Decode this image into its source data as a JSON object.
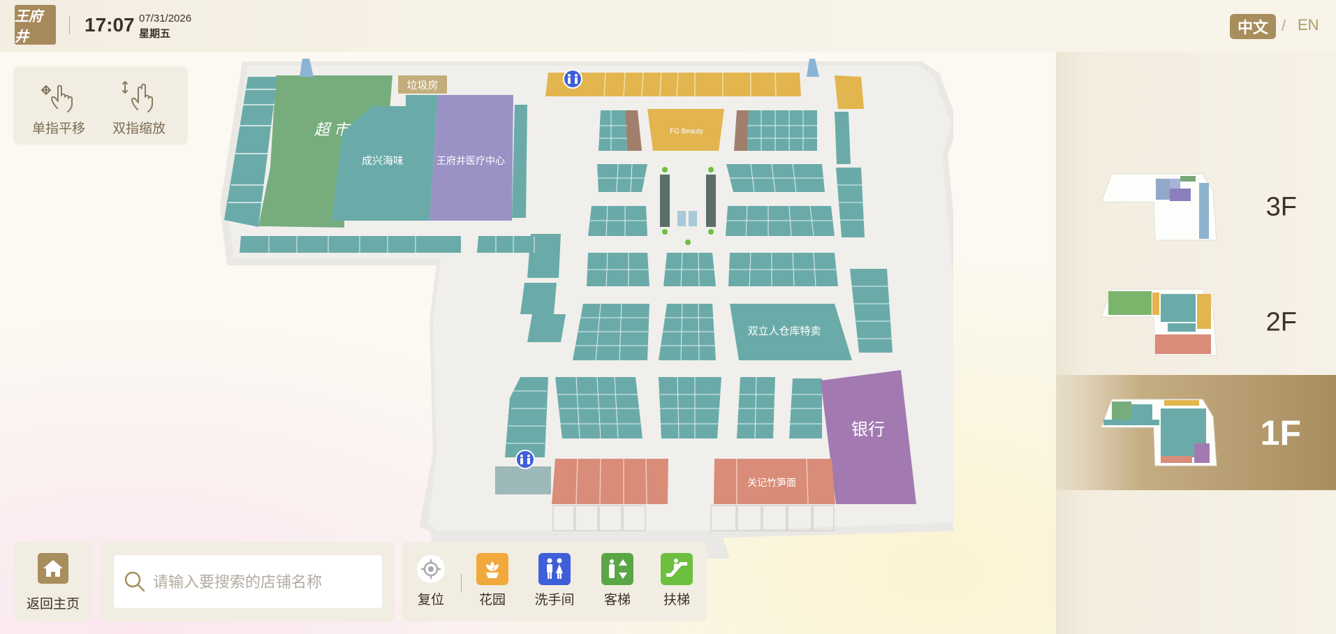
{
  "header": {
    "logo_icon": "wangfujing-logo-icon",
    "time": "17:07",
    "date": "07/31/2026",
    "weekday": "星期五",
    "lang_zh": "中文",
    "lang_sep": "/",
    "lang_en": "EN"
  },
  "gestures": {
    "pan_label": "单指平移",
    "pan_icon": "one-finger-pan-icon",
    "zoom_label": "双指缩放",
    "zoom_icon": "two-finger-zoom-icon"
  },
  "map": {
    "labels": {
      "supermarket": "超 市",
      "garbage": "垃圾房",
      "chengxing": "成兴海味",
      "medical": "王府井医疗中心",
      "fg": "FG Beauty",
      "shuangliren": "双立人仓库特卖",
      "bank": "银行",
      "guanji": "关记竹笋面"
    },
    "colors": {
      "supermarket": "#77ad7d",
      "teal": "#6aaba9",
      "purple": "#9a92c5",
      "yellow": "#e2b54e",
      "salmon": "#d98c78",
      "bank": "#a27ab1",
      "garbage": "#c3ad7a",
      "brown": "#a07f6c",
      "floor": "#f0efec"
    }
  },
  "floors": [
    {
      "label": "3F",
      "active": false
    },
    {
      "label": "2F",
      "active": false
    },
    {
      "label": "1F",
      "active": true
    }
  ],
  "bottom": {
    "home_label": "返回主页",
    "home_icon": "home-icon",
    "search_icon": "search-icon",
    "search_placeholder": "请输入要搜索的店铺名称",
    "reset_label": "复位",
    "reset_icon": "locate-icon",
    "garden_label": "花园",
    "garden_icon": "flower-icon",
    "restroom_label": "洗手间",
    "restroom_icon": "restroom-icon",
    "elevator_label": "客梯",
    "elevator_icon": "elevator-icon",
    "escalator_label": "扶梯",
    "escalator_icon": "escalator-icon",
    "garden_color": "#f2a93b",
    "restroom_color": "#3f5fd9",
    "elevator_color": "#5aa646",
    "escalator_color": "#6cbf3f"
  }
}
